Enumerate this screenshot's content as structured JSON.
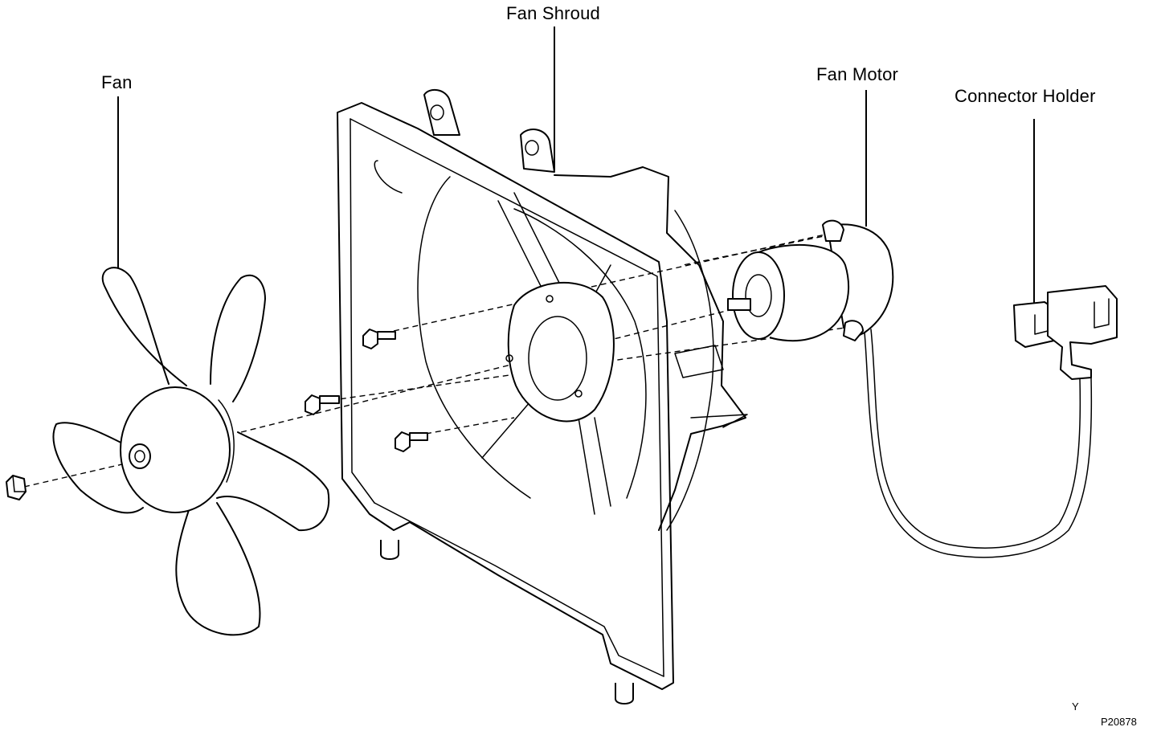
{
  "labels": {
    "fan": "Fan",
    "fan_shroud": "Fan Shroud",
    "fan_motor": "Fan Motor",
    "connector_holder": "Connector Holder"
  },
  "figure_code": "P20878",
  "orientation_mark": "Y"
}
